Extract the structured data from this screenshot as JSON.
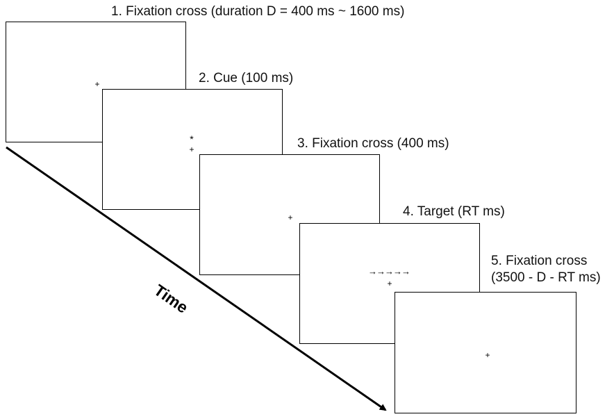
{
  "steps": [
    {
      "label": "1. Fixation cross (duration D = 400 ms ~ 1600 ms)",
      "symbols": [
        "+"
      ]
    },
    {
      "label": "2. Cue (100 ms)",
      "symbols": [
        "*",
        "+"
      ]
    },
    {
      "label": "3. Fixation cross (400 ms)",
      "symbols": [
        "+"
      ]
    },
    {
      "label": "4. Target (RT ms)",
      "symbols": [
        "→→→→→",
        "+"
      ]
    },
    {
      "label_lines": [
        "5. Fixation cross",
        "(3500 - D - RT ms)"
      ],
      "symbols": [
        "+"
      ]
    }
  ],
  "time_label": "Time",
  "colors": {
    "frame_border": "#000000",
    "background": "#ffffff",
    "text": "#111111"
  }
}
